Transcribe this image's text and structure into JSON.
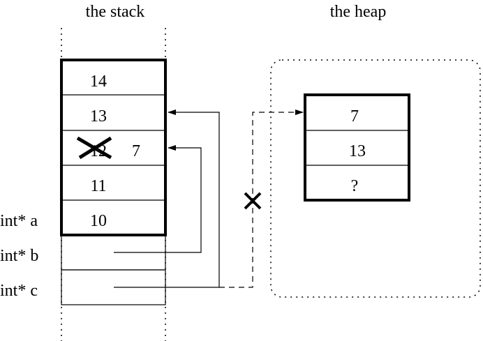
{
  "titles": {
    "stack": "the stack",
    "heap": "the heap"
  },
  "stack": {
    "cells": [
      "14",
      "13",
      "12",
      "11",
      "10"
    ],
    "overwritten_value": "7"
  },
  "variables": {
    "a": "int* a",
    "b": "int* b",
    "c": "int* c"
  },
  "heap": {
    "cells": [
      "7",
      "13",
      "?"
    ]
  },
  "icons": {
    "overwrite_mark": "x-cross-icon",
    "invalid_pointer_mark": "x-cross-icon"
  }
}
